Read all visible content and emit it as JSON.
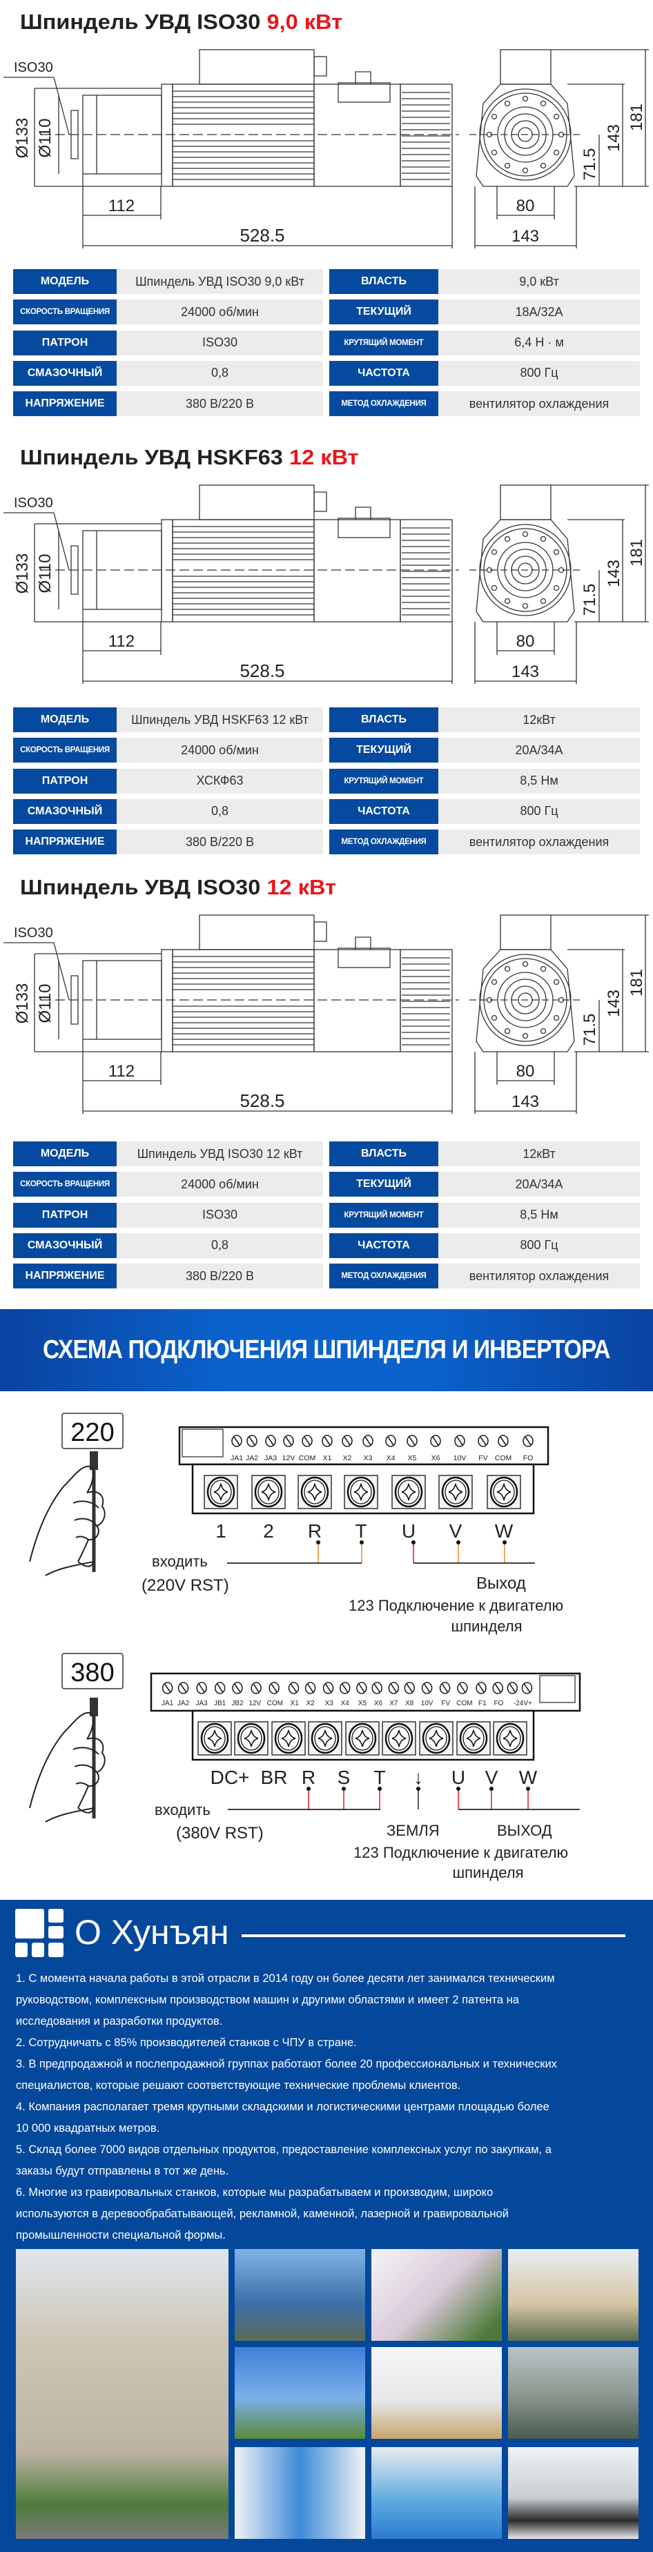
{
  "products": [
    {
      "title_main": "Шпиндель УВД ISO30",
      "title_power": "9,0 кВт",
      "dims": {
        "tool": "ISO30",
        "d1": "Ø133",
        "d2": "Ø110",
        "nose": "112",
        "length": "528.5",
        "h_total": "181",
        "h_body": "143",
        "h_axis": "71.5",
        "w_feet": "80",
        "w_total": "143"
      },
      "specs": [
        {
          "label": "МОДЕЛЬ",
          "value": "Шпиндель УВД ISO30 9,0 кВт",
          "label2": "ВЛАСТЬ",
          "value2": "9,0 кВт"
        },
        {
          "label": "СКОРОСТЬ ВРАЩЕНИЯ",
          "value": "24000 об/мин",
          "label2": "ТЕКУЩИЙ",
          "value2": "18A/32A"
        },
        {
          "label": "ПАТРОН",
          "value": "ISO30",
          "label2": "КРУТЯЩИЙ МОМЕНТ",
          "value2": "6,4 Н · м"
        },
        {
          "label": "СМАЗОЧНЫЙ",
          "value": "0,8",
          "label2": "ЧАСТОТА",
          "value2": "800 Гц"
        },
        {
          "label": "НАПРЯЖЕНИЕ",
          "value": "380 В/220 В",
          "label2": "МЕТОД ОХЛАЖДЕНИЯ",
          "value2": "вентилятор охлаждения"
        }
      ]
    },
    {
      "title_main": "Шпиндель УВД HSKF63",
      "title_power": "12 кВт",
      "dims": {
        "tool": "ISO30",
        "d1": "Ø133",
        "d2": "Ø110",
        "nose": "112",
        "length": "528.5",
        "h_total": "181",
        "h_body": "143",
        "h_axis": "71.5",
        "w_feet": "80",
        "w_total": "143"
      },
      "specs": [
        {
          "label": "МОДЕЛЬ",
          "value": "Шпиндель УВД HSKF63 12 кВт",
          "label2": "ВЛАСТЬ",
          "value2": "12кВт"
        },
        {
          "label": "СКОРОСТЬ ВРАЩЕНИЯ",
          "value": "24000 об/мин",
          "label2": "ТЕКУЩИЙ",
          "value2": "20A/34A"
        },
        {
          "label": "ПАТРОН",
          "value": "ХСКФ63",
          "label2": "КРУТЯЩИЙ МОМЕНТ",
          "value2": "8,5 Нм"
        },
        {
          "label": "СМАЗОЧНЫЙ",
          "value": "0,8",
          "label2": "ЧАСТОТА",
          "value2": "800 Гц"
        },
        {
          "label": "НАПРЯЖЕНИЕ",
          "value": "380 В/220 В",
          "label2": "МЕТОД ОХЛАЖДЕНИЯ",
          "value2": "вентилятор охлаждения"
        }
      ]
    },
    {
      "title_main": "Шпиндель УВД ISO30",
      "title_power": "12 кВт",
      "dims": {
        "tool": "ISO30",
        "d1": "Ø133",
        "d2": "Ø110",
        "nose": "112",
        "length": "528.5",
        "h_total": "181",
        "h_body": "143",
        "h_axis": "71.5",
        "w_feet": "80",
        "w_total": "143"
      },
      "specs": [
        {
          "label": "МОДЕЛЬ",
          "value": "Шпиндель УВД ISO30 12 кВт",
          "label2": "ВЛАСТЬ",
          "value2": "12кВт"
        },
        {
          "label": "СКОРОСТЬ ВРАЩЕНИЯ",
          "value": "24000 об/мин",
          "label2": "ТЕКУЩИЙ",
          "value2": "20A/34A"
        },
        {
          "label": "ПАТРОН",
          "value": "ISO30",
          "label2": "КРУТЯЩИЙ МОМЕНТ",
          "value2": "8,5 Нм"
        },
        {
          "label": "СМАЗОЧНЫЙ",
          "value": "0,8",
          "label2": "ЧАСТОТА",
          "value2": "800 Гц"
        },
        {
          "label": "НАПРЯЖЕНИЕ",
          "value": "380 В/220 В",
          "label2": "МЕТОД ОХЛАЖДЕНИЯ",
          "value2": "вентилятор охлаждения"
        }
      ]
    }
  ],
  "wiring": {
    "banner": "СХЕМА ПОДКЛЮЧЕНИЯ ШПИНДЕЛЯ И ИНВЕРТОРА",
    "d220": {
      "voltage": "220",
      "control_terminals": [
        "JA1",
        "JA2",
        "JA3",
        "12V",
        "COM",
        "X1",
        "X2",
        "X3",
        "X4",
        "X5",
        "X6",
        "10V",
        "FV",
        "COM",
        "FO"
      ],
      "power_terminals": [
        "1",
        "2",
        "R",
        "T",
        "U",
        "V",
        "W"
      ],
      "input_label": "входить",
      "input_note": "(220V RST)",
      "output_label": "Выход",
      "output_note1": "123 Подключение к двигателю",
      "output_note2": "шпинделя"
    },
    "d380": {
      "voltage": "380",
      "control_terminals": [
        "JA1",
        "JA2",
        "JA3",
        "JB1",
        "JB2",
        "12V",
        "COM",
        "X1",
        "X2",
        "X3",
        "X4",
        "X5",
        "X6",
        "X7",
        "X8",
        "10V",
        "FV",
        "COM",
        "F1",
        "FO",
        "-24V+"
      ],
      "power_terminals": [
        "DC+",
        "BR",
        "R",
        "S",
        "T",
        "↓",
        "U",
        "V",
        "W"
      ],
      "input_label": "входить",
      "input_note": "(380V RST)",
      "ground_label": "ЗЕМЛЯ",
      "output_label": "ВЫХОД",
      "output_note1": "123 Подключение к двигателю",
      "output_note2": "шпинделя"
    },
    "colors": {
      "wire": "#e8161c",
      "wire_orange": "#f08a24"
    }
  },
  "about": {
    "title": "О Хунъян",
    "lines": [
      "1. С момента начала работы в этой отрасли в 2014 году он более десяти лет занимался техническим",
      "руководством, комплексным производством машин и другими областями и имеет 2 патента на",
      "исследования и разработки продуктов.",
      "2. Сотрудничать с 85% производителей станков с ЧПУ в стране.",
      "3. В предпродажной и послепродажной группах работают более 20 профессиональных и технических",
      "специалистов, которые решают соответствующие технические проблемы клиентов.",
      "4. Компания располагает тремя крупными складскими и логистическими центрами площадью более",
      "10 000 квадратных метров.",
      "5. Склад более 7000 видов отдельных продуктов, предоставление комплексных услуг по закупкам, а",
      "заказы будут отправлены в тот же день.",
      "6. Многие из гравировальных станков, которые мы разрабатываем и производим, широко",
      "используются в деревообрабатывающей, рекламной, каменной, лазерной и гравировальной",
      "промышленности специальной формы."
    ]
  },
  "colors": {
    "brand_blue": "#054a9e",
    "accent_red": "#e8161c",
    "cell_gray": "#ececec"
  }
}
